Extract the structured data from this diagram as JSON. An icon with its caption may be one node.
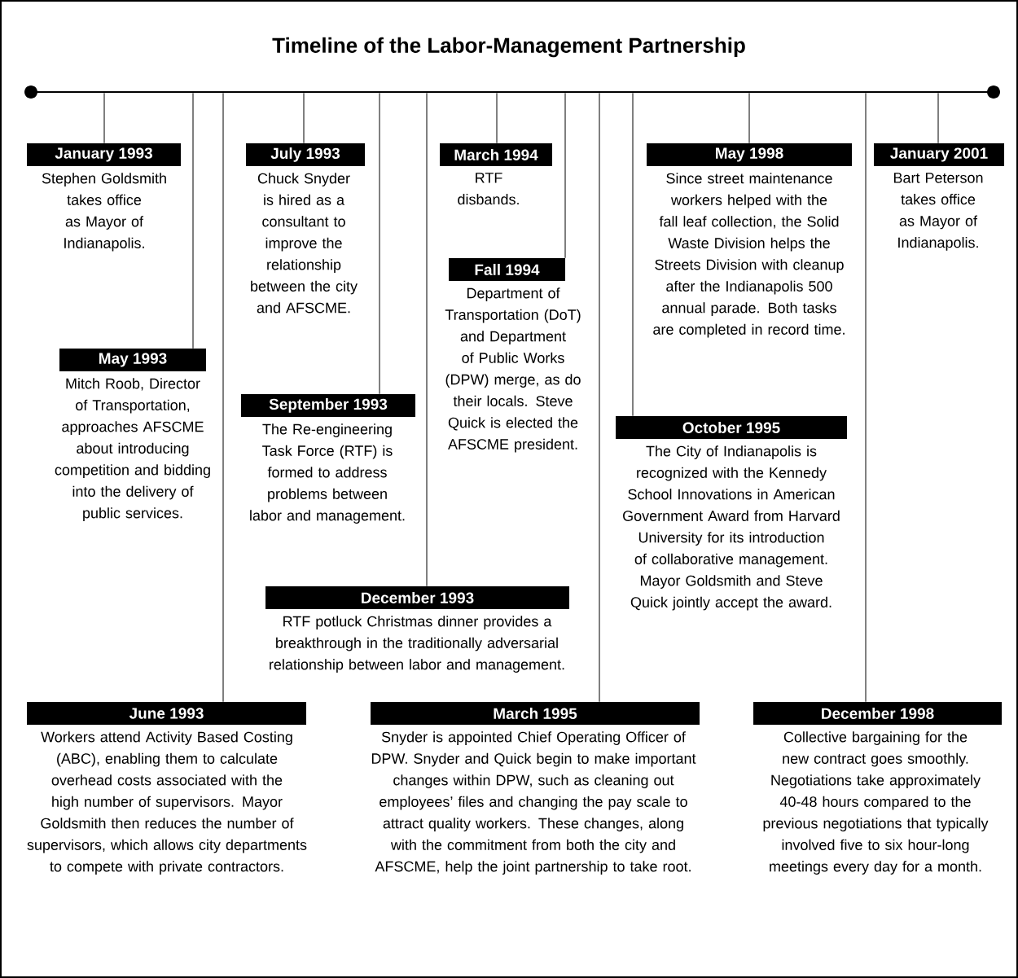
{
  "diagram": {
    "title": "Timeline of the Labor-Management Partnership",
    "nodes": [
      {
        "text": [],
        "shape": "line"
      },
      {
        "text": [
          "January 1993",
          "Stephen Goldsmith takes office as Mayor of Indianapolis."
        ]
      },
      {
        "text": [
          "May 1993",
          "Mitch Roob, Director of Transportation, approaches AFSCME about introducing competition and bidding into the delivery of public services."
        ]
      },
      {
        "text": [
          "June 1993",
          "Workers attend Activity Based Costing (ABC), enabling them to calculate overhead costs associated with the high number of supervisors. Mayor Goldsmith then reduces the number of supervisors, which allows city departments to compete with private contractors."
        ]
      },
      {
        "text": [
          "July 1993",
          "Chuck Snyder is hired as a consultant to improve the relationship between the city and AFSCME."
        ]
      },
      {
        "text": [
          "September 1993",
          "The Re-engineering Task Force (RTF) is formed to address problems between labor and management."
        ]
      },
      {
        "text": [
          "December 1993",
          "RTF potluck Christmas dinner provides a breakthrough in the traditionally adversarial relationship between labor and management."
        ]
      },
      {
        "text": [
          "March 1994",
          "RTF disbands."
        ]
      },
      {
        "text": [
          "Fall 1994",
          "Department of Transportation (DoT) and Department of Public Works (DPW) merge, as do their locals. Steve Quick is elected the AFSCME president."
        ]
      },
      {
        "text": [
          "March 1995",
          "Snyder is appointed Chief Operating Officer of DPW. Snyder and Quick begin to make important changes within DPW, such as cleaning out employees’ files and changing the pay scale to attract quality workers. These changes, along with the commitment from both the city and AFSCME, help the joint partnership to take root."
        ]
      },
      {
        "text": [
          "October 1995",
          "The City of Indianapolis is recognized with the Kennedy School Innovations in American Government Award from Harvard University for its introduction of collaborative management. Mayor Goldsmith and Steve Quick jointly accept the award."
        ]
      },
      {
        "text": [
          "May 1998",
          "Since street maintenance workers helped with the fall leaf collection, the Solid Waste Division helps the Streets Division with cleanup after the Indianapolis 500 annual parade. Both tasks are completed in record time."
        ]
      },
      {
        "text": [
          "December 1998",
          "Collective bargaining for the new contract goes smoothly. Negotiations take approximately 40-48 hours compared to the previous negotiations that typically involved five to six hour-long meetings every day for a month."
        ]
      },
      {
        "text": [
          "January 2001",
          "Bart Peterson takes office as Mayor of Indianapolis."
        ]
      }
    ],
    "edges": [
      {
        "from": 0,
        "to": 1,
        "arrow": "none"
      },
      {
        "from": 0,
        "to": 2,
        "arrow": "none"
      },
      {
        "from": 0,
        "to": 3,
        "arrow": "none"
      },
      {
        "from": 0,
        "to": 4,
        "arrow": "none"
      },
      {
        "from": 0,
        "to": 5,
        "arrow": "none"
      },
      {
        "from": 0,
        "to": 6,
        "arrow": "none"
      },
      {
        "from": 0,
        "to": 7,
        "arrow": "none"
      },
      {
        "from": 0,
        "to": 8,
        "arrow": "none"
      },
      {
        "from": 0,
        "to": 9,
        "arrow": "none"
      },
      {
        "from": 0,
        "to": 10,
        "arrow": "none"
      },
      {
        "from": 0,
        "to": 11,
        "arrow": "none"
      },
      {
        "from": 0,
        "to": 12,
        "arrow": "none"
      },
      {
        "from": 0,
        "to": 13,
        "arrow": "none"
      }
    ]
  }
}
